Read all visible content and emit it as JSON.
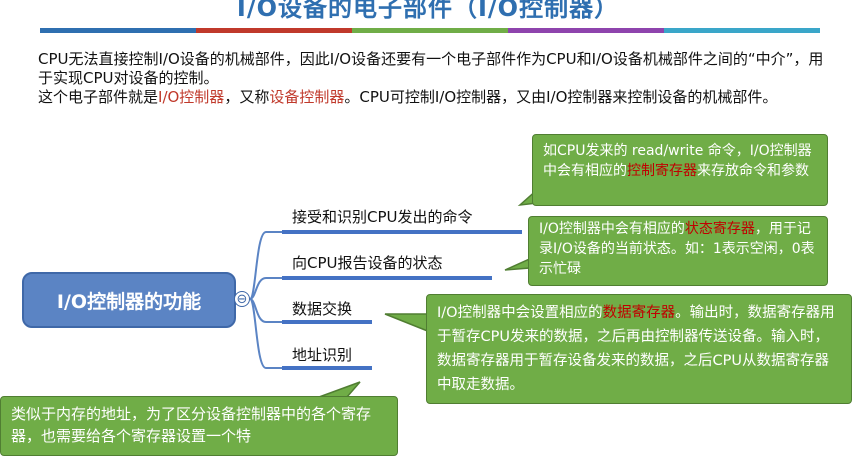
{
  "title": "I/O设备的电子部件（I/O控制器）",
  "intro": {
    "p1": "CPU无法直接控制I/O设备的机械部件，因此I/O设备还要有一个电子部件作为CPU和I/O设备机械部件之间的“中介”，用于实现CPU对设备的控制。",
    "p2_a": "这个电子部件就是",
    "p2_red1": "I/O控制器",
    "p2_b": "，又称",
    "p2_red2": "设备控制器",
    "p2_c": "。CPU可控制I/O控制器，又由I/O控制器来控制设备的机械部件。"
  },
  "central_node": "I/O控制器的功能",
  "collapse_symbol": "⊖",
  "branches": [
    "接受和识别CPU发出的命令",
    "向CPU报告设备的状态",
    "数据交换",
    "地址识别"
  ],
  "callouts": {
    "command": {
      "a": "如CPU发来的 read/write 命令，I/O控制器中会有相应的",
      "red": "控制寄存器",
      "b": "来存放命令和参数"
    },
    "status": {
      "a": "I/O控制器中会有相应的",
      "red": "状态寄存器",
      "b": "，用于记录I/O设备的当前状态。如：1表示空闲，0表示忙碌"
    },
    "data": {
      "a": "I/O控制器中会设置相应的",
      "red": "数据寄存器",
      "b": "。输出时，数据寄存器用于暂存CPU发来的数据，之后再由控制器传送设备。输入时，数据寄存器用于暂存设备发来的数据，之后CPU从数据寄存器中取走数据。"
    },
    "address": {
      "a": "类似于内存的地址，为了区分设备控制器中的各个寄存器，也需要给各个寄存器设置一个特"
    }
  },
  "colors": {
    "title": "#2f6fb0",
    "node": "#5b84c4",
    "branch_line": "#4472c4",
    "callout": "#70ad47",
    "highlight": "#c00000"
  }
}
